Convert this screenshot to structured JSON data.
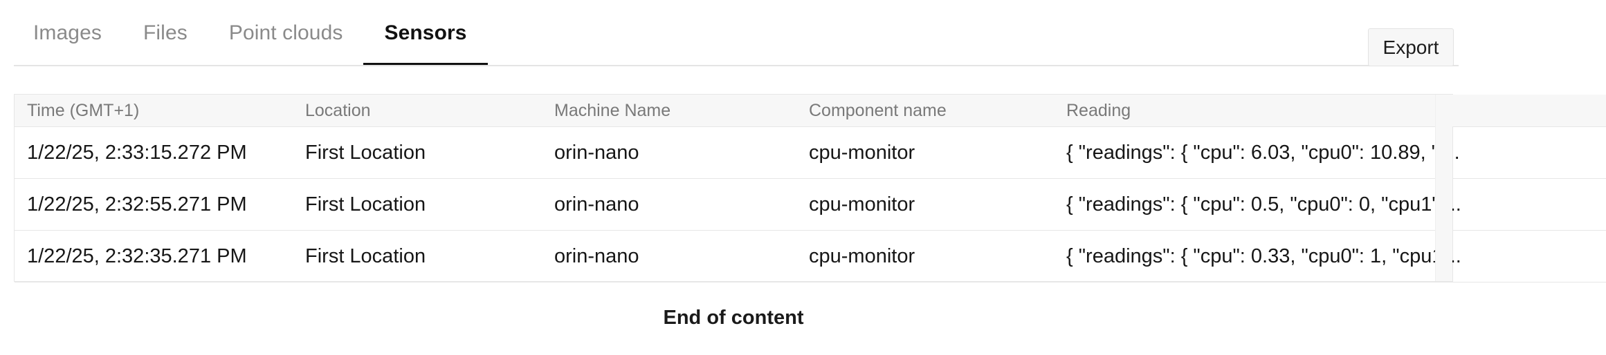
{
  "tabs": [
    {
      "label": "Images",
      "active": false
    },
    {
      "label": "Files",
      "active": false
    },
    {
      "label": "Point clouds",
      "active": false
    },
    {
      "label": "Sensors",
      "active": true
    }
  ],
  "toolbar": {
    "export_label": "Export"
  },
  "table": {
    "columns": [
      "Time (GMT+1)",
      "Location",
      "Machine Name",
      "Component name",
      "Reading"
    ],
    "rows": [
      {
        "time": "1/22/25, 2:33:15.272 PM",
        "location": "First Location",
        "machine": "orin-nano",
        "component": "cpu-monitor",
        "reading": "{ \"readings\": { \"cpu\": 6.03, \"cpu0\": 10.89, \"c.."
      },
      {
        "time": "1/22/25, 2:32:55.271 PM",
        "location": "First Location",
        "machine": "orin-nano",
        "component": "cpu-monitor",
        "reading": "{ \"readings\": { \"cpu\": 0.5, \"cpu0\": 0, \"cpu1\": .."
      },
      {
        "time": "1/22/25, 2:32:35.271 PM",
        "location": "First Location",
        "machine": "orin-nano",
        "component": "cpu-monitor",
        "reading": "{ \"readings\": { \"cpu\": 0.33, \"cpu0\": 1, \"cpu1\".."
      }
    ]
  },
  "footer": {
    "end_of_content": "End of content"
  },
  "colors": {
    "active_tab": "#111111",
    "inactive_tab": "#8a8a8a",
    "header_bg": "#f7f7f7",
    "border": "#e6e6e6"
  }
}
